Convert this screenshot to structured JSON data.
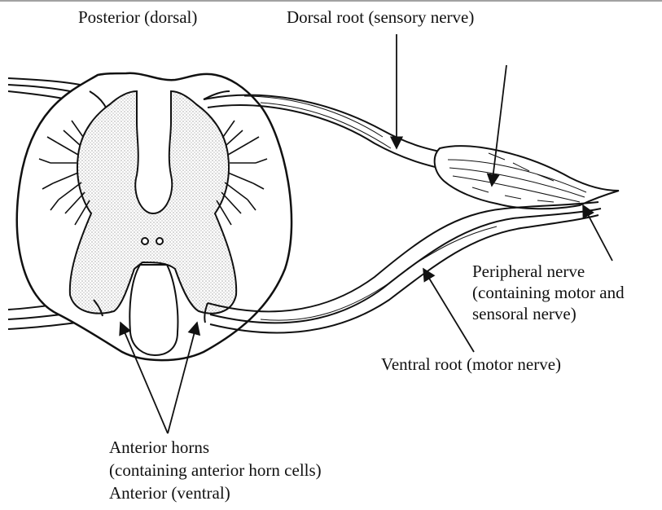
{
  "labels": {
    "posterior": "Posterior (dorsal)",
    "dorsal_root": "Dorsal root (sensory nerve)",
    "peripheral_nerve_line1": "Peripheral nerve",
    "peripheral_nerve_line2": "(containing motor and",
    "peripheral_nerve_line3": "sensoral nerve)",
    "ventral_root": "Ventral root (motor nerve)",
    "anterior_horns_line1": "Anterior horns",
    "anterior_horns_line2": "(containing anterior horn cells)",
    "anterior": "Anterior (ventral)"
  },
  "colors": {
    "ink": "#111111",
    "gray_matter": "#d9d9d9",
    "background": "#ffffff"
  }
}
